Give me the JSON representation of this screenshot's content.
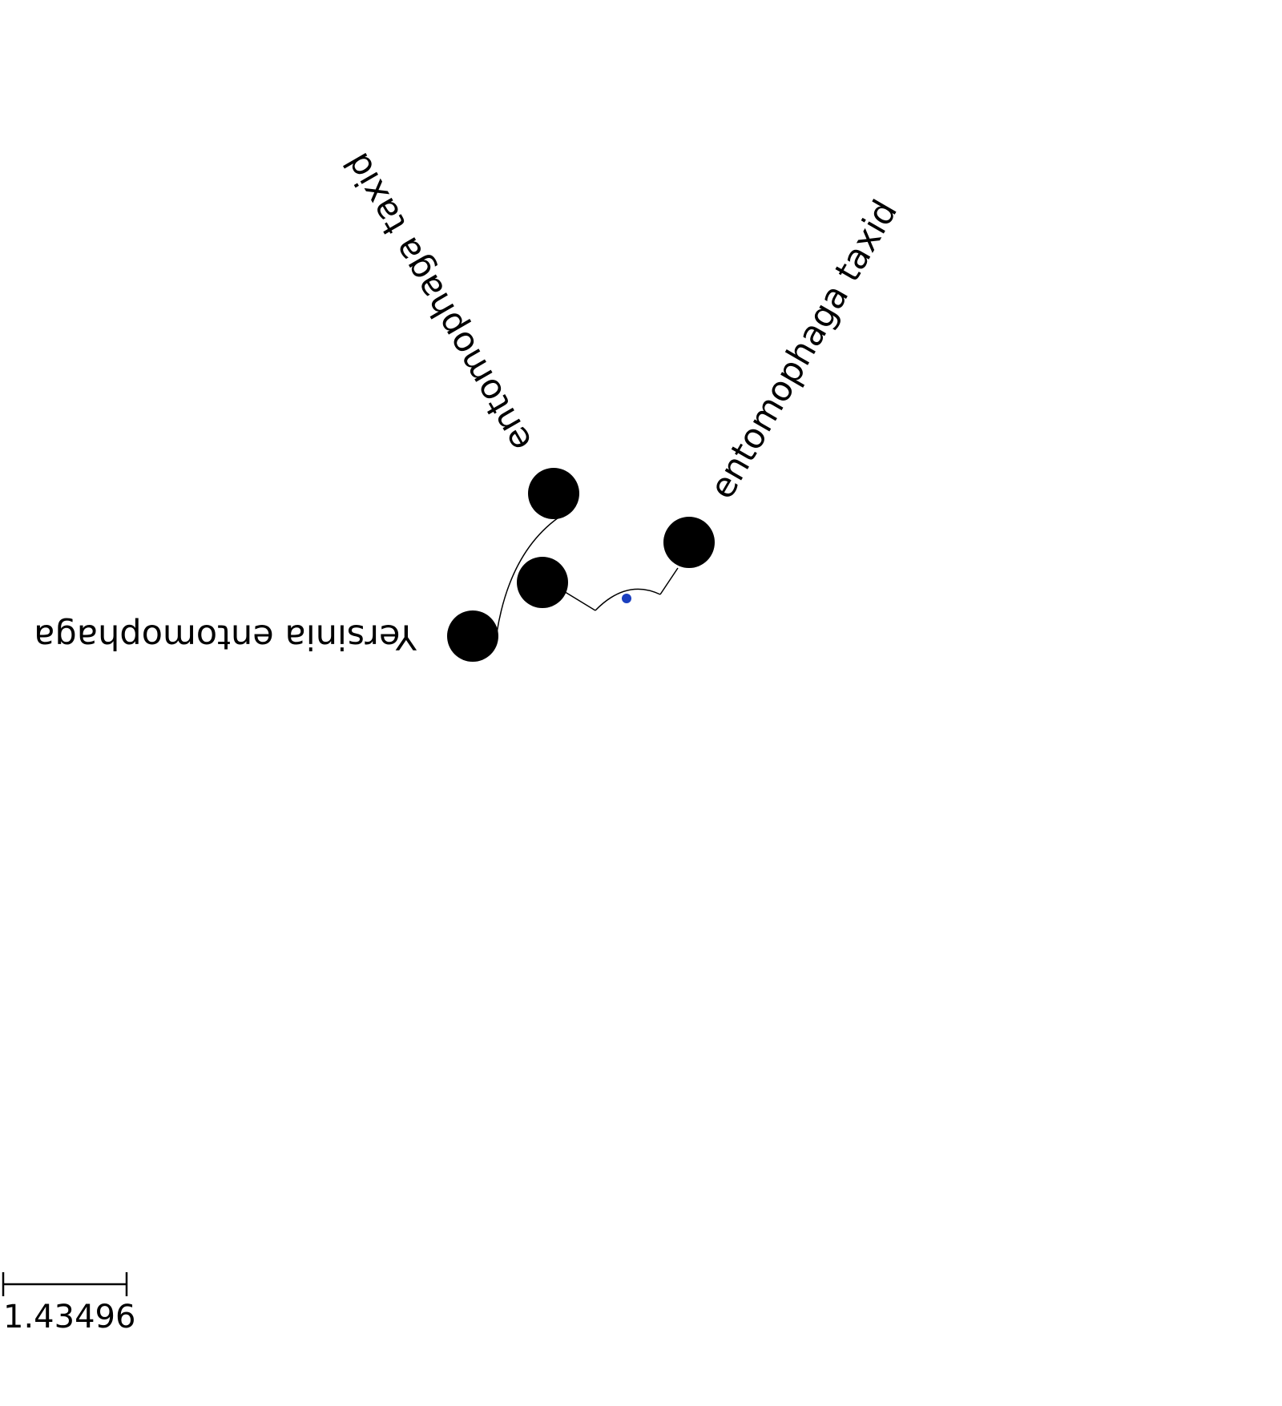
{
  "tree": {
    "layout": "circular",
    "leaves": [
      {
        "label": "entomophaga taxid"
      },
      {
        "label": "Yersinia entomophaga"
      },
      {
        "label": ""
      },
      {
        "label": "entomophaga taxid"
      }
    ],
    "leaf_marker_color": "#000000",
    "root_marker_color": "#1a3fbf"
  },
  "scale_bar": {
    "label": "1.43496"
  }
}
